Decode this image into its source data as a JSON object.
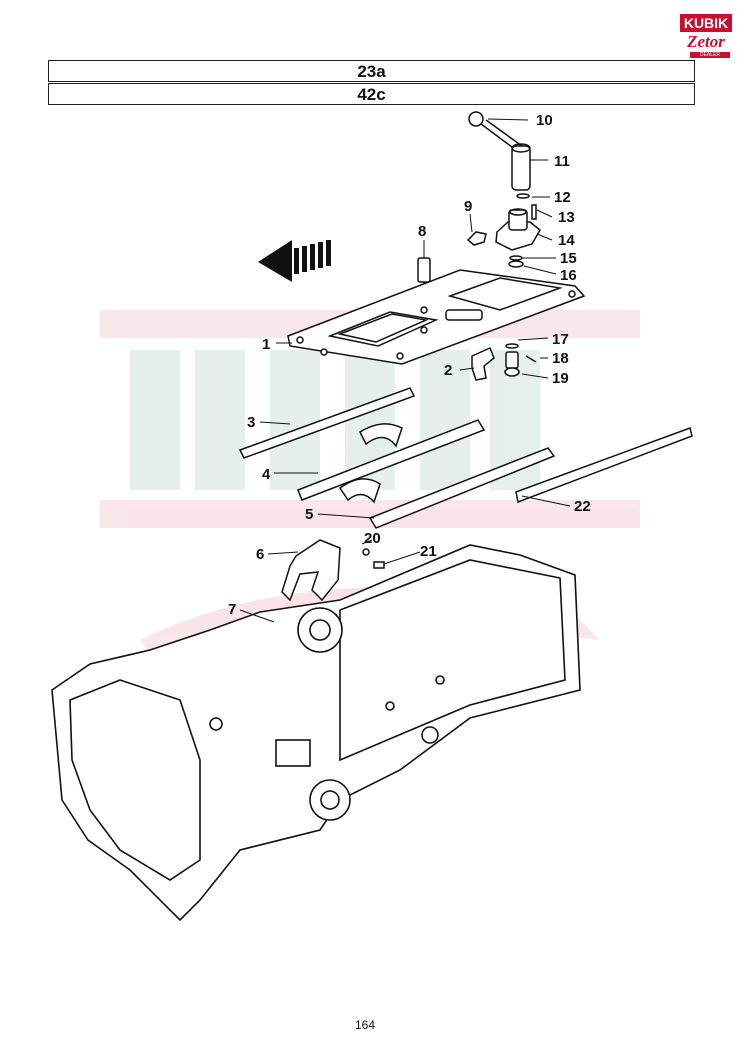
{
  "logo": {
    "brand": "KUBIK",
    "make": "Zetor",
    "subtitle": "DEALER"
  },
  "header": {
    "group": "23a",
    "sub_group": "42c"
  },
  "callouts": [
    {
      "n": "1"
    },
    {
      "n": "2"
    },
    {
      "n": "3"
    },
    {
      "n": "4"
    },
    {
      "n": "5"
    },
    {
      "n": "6"
    },
    {
      "n": "7"
    },
    {
      "n": "8"
    },
    {
      "n": "9"
    },
    {
      "n": "10"
    },
    {
      "n": "11"
    },
    {
      "n": "12"
    },
    {
      "n": "13"
    },
    {
      "n": "14"
    },
    {
      "n": "15"
    },
    {
      "n": "16"
    },
    {
      "n": "17"
    },
    {
      "n": "18"
    },
    {
      "n": "19"
    },
    {
      "n": "20"
    },
    {
      "n": "21"
    },
    {
      "n": "22"
    }
  ],
  "page_number": "164"
}
